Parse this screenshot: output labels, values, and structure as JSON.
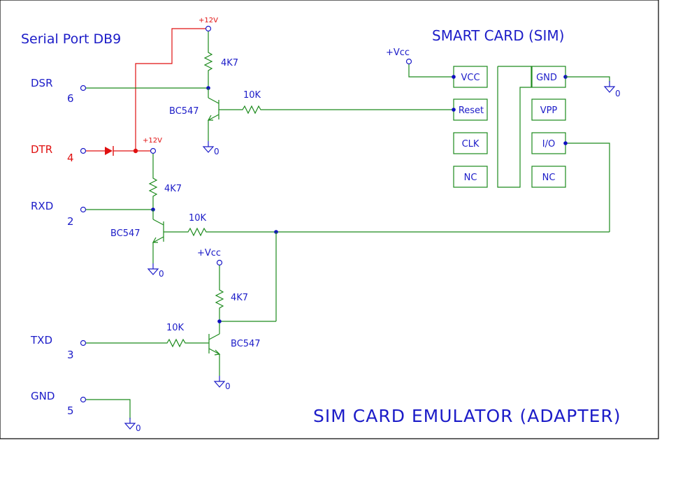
{
  "title": "SIM CARD EMULATOR (ADAPTER)",
  "serial_port": {
    "heading": "Serial Port DB9",
    "pins": [
      {
        "name": "DSR",
        "number": "6"
      },
      {
        "name": "DTR",
        "number": "4"
      },
      {
        "name": "RXD",
        "number": "2"
      },
      {
        "name": "TXD",
        "number": "3"
      },
      {
        "name": "GND",
        "number": "5"
      }
    ]
  },
  "smart_card": {
    "heading": "SMART CARD (SIM)",
    "contacts": [
      "VCC",
      "Reset",
      "CLK",
      "NC",
      "GND",
      "VPP",
      "I/O",
      "NC"
    ],
    "supply_label": "+Vcc"
  },
  "components": {
    "resistor_4k7": "4K7",
    "resistor_10k": "10K",
    "transistor": "BC547",
    "supply_12v": "+12V",
    "supply_vcc": "+Vcc",
    "ground": "0"
  },
  "colors": {
    "text": "#1c1cc8",
    "dtr": "#e01010",
    "wire": "#1c8a1c",
    "frame": "#000000"
  }
}
